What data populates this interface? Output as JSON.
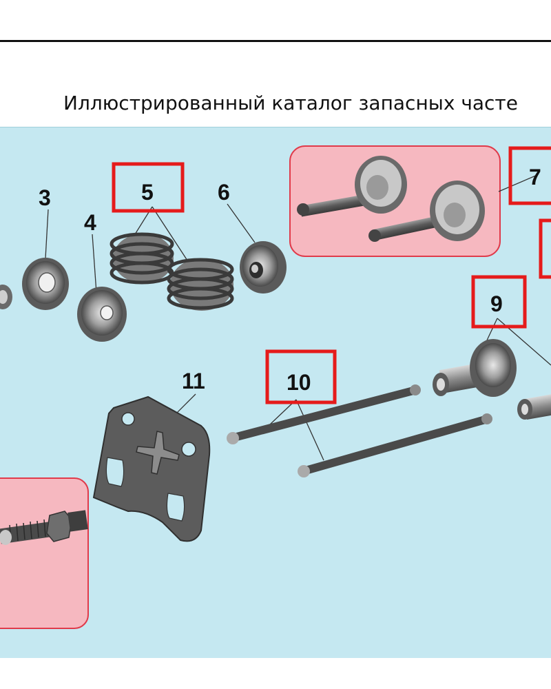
{
  "header": {
    "title": "Иллюстрированный каталог запасных часте"
  },
  "callouts": [
    {
      "id": "part-3",
      "label": "3"
    },
    {
      "id": "part-4",
      "label": "4"
    },
    {
      "id": "part-5",
      "label": "5"
    },
    {
      "id": "part-6",
      "label": "6"
    },
    {
      "id": "part-7",
      "label": "7"
    },
    {
      "id": "part-9",
      "label": "9"
    },
    {
      "id": "part-10",
      "label": "10"
    },
    {
      "id": "part-11",
      "label": "11"
    }
  ],
  "colors": {
    "panel_background": "#c5e8f1",
    "highlight_fill": "#f6b8c0",
    "highlight_border": "#e03a4a",
    "callout_box": "#e51b1b",
    "part_dark": "#4a4a4a",
    "part_light": "#b8b8b8"
  }
}
